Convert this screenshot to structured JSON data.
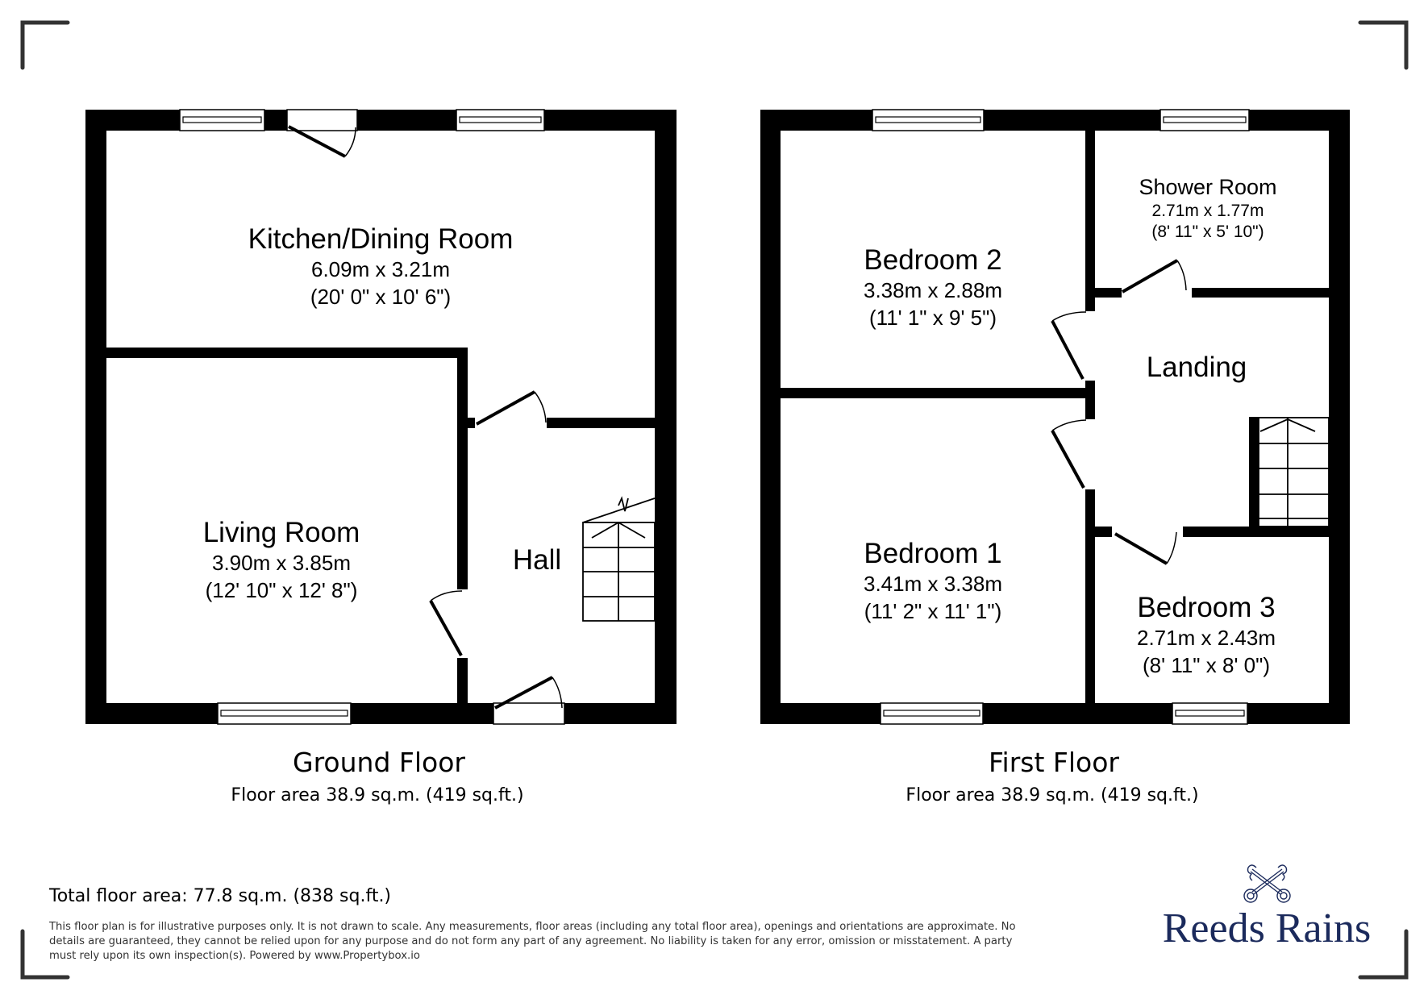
{
  "ground_floor": {
    "title": "Ground Floor",
    "area": "Floor area 38.9 sq.m. (419 sq.ft.)",
    "rooms": {
      "kitchen": {
        "name": "Kitchen/Dining Room",
        "metric": "6.09m x 3.21m",
        "imperial": "(20' 0\" x 10' 6\")"
      },
      "living": {
        "name": "Living Room",
        "metric": "3.90m x 3.85m",
        "imperial": "(12' 10\" x 12' 8\")"
      },
      "hall": {
        "name": "Hall"
      }
    }
  },
  "first_floor": {
    "title": "First Floor",
    "area": "Floor area 38.9 sq.m. (419 sq.ft.)",
    "rooms": {
      "bedroom2": {
        "name": "Bedroom 2",
        "metric": "3.38m x 2.88m",
        "imperial": "(11' 1\" x 9' 5\")"
      },
      "shower": {
        "name": "Shower Room",
        "metric": "2.71m x 1.77m",
        "imperial": "(8' 11\" x 5' 10\")"
      },
      "landing": {
        "name": "Landing"
      },
      "bedroom1": {
        "name": "Bedroom 1",
        "metric": "3.41m x 3.38m",
        "imperial": "(11' 2\" x 11' 1\")"
      },
      "bedroom3": {
        "name": "Bedroom 3",
        "metric": "2.71m x 2.43m",
        "imperial": "(8' 11\" x 8' 0\")"
      }
    }
  },
  "footer": {
    "total_area": "Total floor area: 77.8 sq.m. (838 sq.ft.)",
    "disclaimer_lines": [
      "This floor plan is for illustrative purposes only. It is not drawn to scale. Any measurements, floor areas (including any total floor area), openings and orientations are approximate. No",
      "details are guaranteed, they cannot be relied upon for any purpose and do not form any part of any agreement. No liability is taken for any error, omission or misstatement. A party",
      "must rely upon its own inspection(s). Powered by www.Propertybox.io"
    ]
  },
  "brand": {
    "name": "Reeds Rains",
    "logo_icon": "crossed-keys-icon",
    "color": "#1b2a5c"
  },
  "colors": {
    "wall": "#000000",
    "corner_marks": "#333333",
    "background": "#ffffff"
  }
}
